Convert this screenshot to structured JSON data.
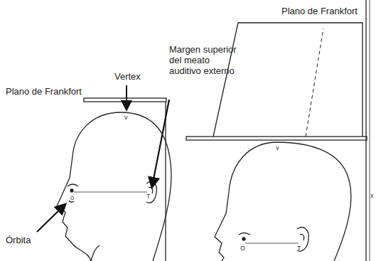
{
  "diagram": {
    "labels": [
      "Plano de Frankfort",
      "Vertex",
      "Margen superior del meato auditivo externo",
      "Órbita",
      "v",
      "o",
      "T",
      "Plano de Frankfort",
      "v",
      "O",
      "T",
      "x"
    ]
  }
}
